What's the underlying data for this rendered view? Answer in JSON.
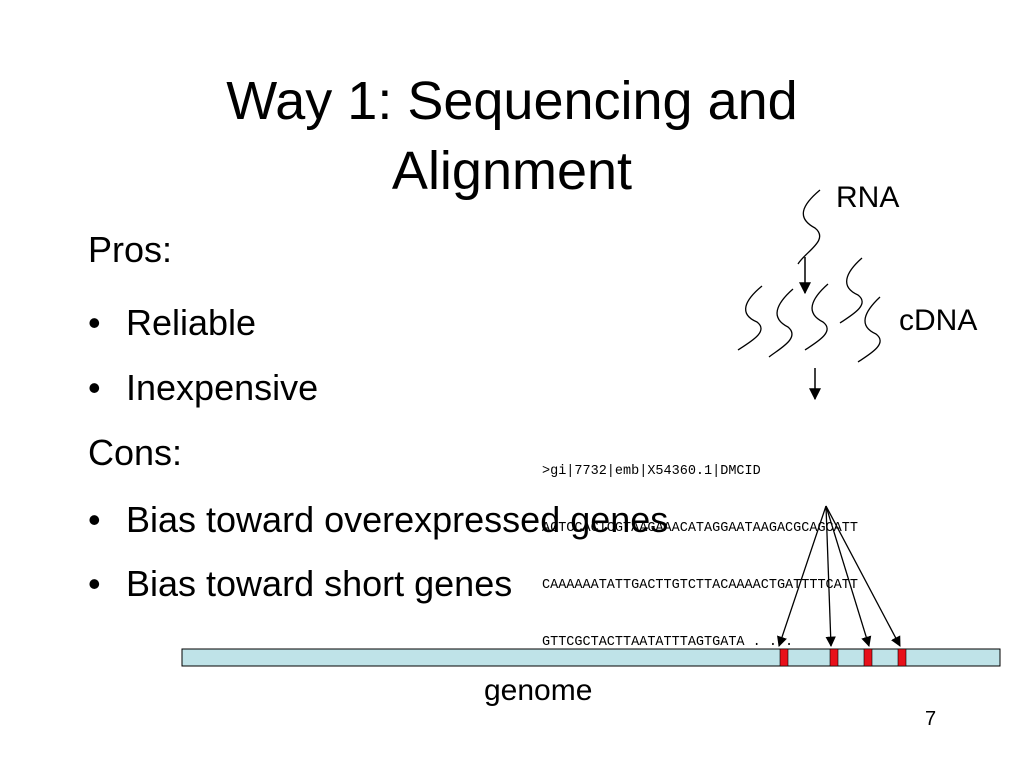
{
  "slide": {
    "title_line1": "Way 1: Sequencing and",
    "title_line2": "Alignment",
    "page_number": "7"
  },
  "content": {
    "pros_heading": "Pros:",
    "pros": [
      "Reliable",
      "Inexpensive"
    ],
    "cons_heading": "Cons:",
    "cons": [
      "Bias toward overexpressed genes",
      "Bias toward short genes"
    ],
    "bullet": "•"
  },
  "diagram": {
    "rna_label": "RNA",
    "cdna_label": "cDNA",
    "genome_label": "genome",
    "sequence_lines": [
      ">gi|7732|emb|X54360.1|DMCID",
      "AGTCCACTCGTAAGAAACATAGGAATAAGACGCAGCATT",
      "CAAAAAATATTGACTTGTCTTACAAAACTGATTTTCATT",
      "GTTCGCTACTTAATATTTAGTGATA . . ."
    ],
    "genome_color": "#bfe3e8",
    "hit_color": "#e8101a"
  }
}
